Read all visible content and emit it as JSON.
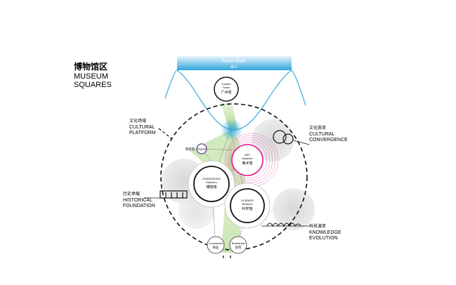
{
  "title": {
    "cn": "博物馆区",
    "en1": "MUSEUM",
    "en2": "SQUARES"
  },
  "river": {
    "en": "Pearl River",
    "cn": "珠江"
  },
  "tower": {
    "en1": "Canton",
    "en2": "Tower",
    "cn": "广州塔"
  },
  "pagoda": {
    "en": "Pagoda",
    "cn": "赤岗塔"
  },
  "art": {
    "en1": "ART",
    "en2": "Museum",
    "cn": "美术馆"
  },
  "gz": {
    "en1": "GUANGZHOU",
    "en2": "Museum",
    "cn": "博物馆"
  },
  "science": {
    "en1": "SCIENCE",
    "en2": "Museum",
    "cn": "科学馆"
  },
  "commercial": {
    "en": "Commercial",
    "cn": "商业"
  },
  "residential": {
    "en": "Residential",
    "cn": "住宅"
  },
  "labels": {
    "platform": {
      "cn": "文化场域",
      "en1": "CULTURAL",
      "en2": "PLATFORM"
    },
    "convergence": {
      "cn": "文化荟萃",
      "en1": "CULTURAL",
      "en2": "CONVERGENCE"
    },
    "historical": {
      "cn": "历史承载",
      "en1": "HISTORICAL",
      "en2": "FOUNDATION"
    },
    "knowledge": {
      "cn": "科技演变",
      "en1": "KNOWLEDGE",
      "en2": "EVOLUTION"
    }
  },
  "colors": {
    "river": "#3aa9e0",
    "green": "#7cc242",
    "pink": "#e0168c",
    "purple": "#6a3d9a"
  }
}
